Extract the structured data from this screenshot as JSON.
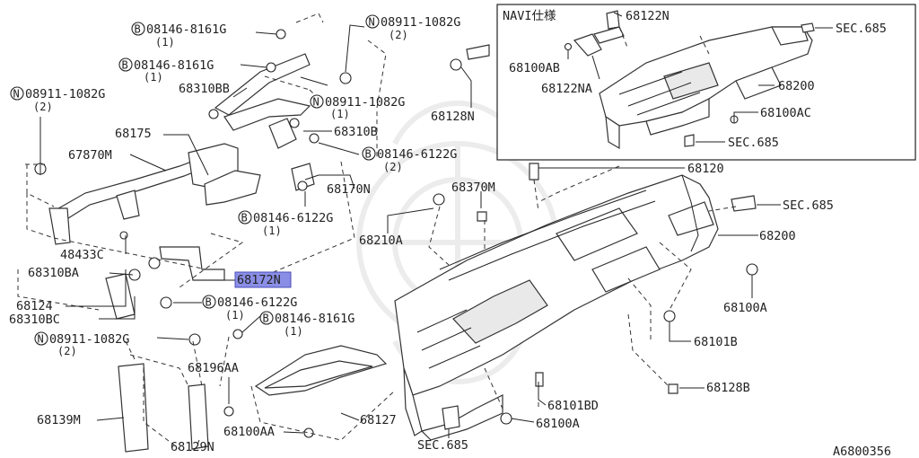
{
  "figure_code": "A6800356",
  "inset": {
    "title": "NAVI仕様"
  },
  "labels": {
    "p1_prefix": "B",
    "p1": "08146-8161G",
    "p1_qty": "(1)",
    "p2_prefix": "B",
    "p2": "08146-8161G",
    "p2_qty": "(1)",
    "p3_prefix": "N",
    "p3": "08911-1082G",
    "p3_qty": "(2)",
    "p4": "68310BB",
    "p5_prefix": "N",
    "p5": "08911-1082G",
    "p5_qty": "(2)",
    "p6_prefix": "N",
    "p6": "08911-1082G",
    "p6_qty": "(1)",
    "p7": "68128N",
    "p8": "68175",
    "p9": "68310B",
    "p10": "67870M",
    "p11_prefix": "B",
    "p11": "08146-6122G",
    "p11_qty": "(2)",
    "p12": "68170N",
    "p13": "68120",
    "p14": "68370M",
    "p15": "SEC.685",
    "p16_prefix": "B",
    "p16": "08146-6122G",
    "p16_qty": "(1)",
    "p17": "68210A",
    "p18": "68200",
    "p19": "48433C",
    "p20": "68310BA",
    "p21": "68172N",
    "p22": "68124",
    "p23_prefix": "B",
    "p23": "08146-6122G",
    "p23_qty": "(1)",
    "p24": "68310BC",
    "p25_prefix": "B",
    "p25": "08146-8161G",
    "p25_qty": "(1)",
    "p26_prefix": "N",
    "p26": "08911-1082G",
    "p26_qty": "(2)",
    "p27": "68100A",
    "p28": "68101B",
    "p29": "68196AA",
    "p30": "68128B",
    "p31": "68101BD",
    "p32": "68139M",
    "p33": "68127",
    "p34": "68100A",
    "p35": "68100AA",
    "p36": "SEC.685",
    "p37": "68129N",
    "n1": "68122N",
    "n2": "SEC.685",
    "n3": "68100AB",
    "n4": "68122NA",
    "n5": "68200",
    "n6": "68100AC",
    "n7": "SEC.685"
  }
}
